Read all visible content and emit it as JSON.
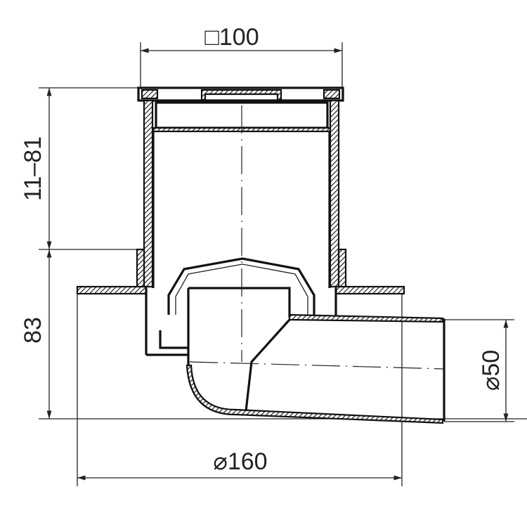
{
  "drawing": {
    "dimensions": {
      "top_width": "□100",
      "upper_height": "11–81",
      "lower_height": "83",
      "outlet_diameter": "⌀50",
      "flange_diameter": "⌀160"
    },
    "line_color": "#111111",
    "background": "#ffffff"
  }
}
